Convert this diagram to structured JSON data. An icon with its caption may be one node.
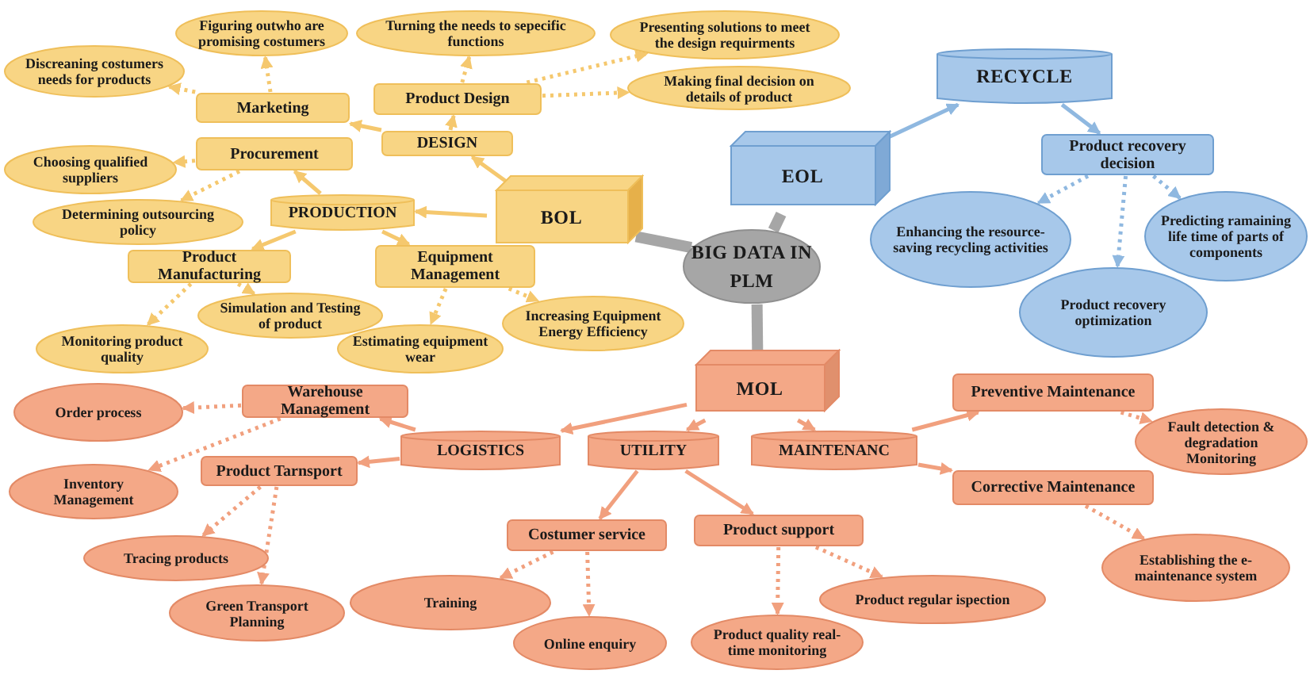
{
  "diagram": {
    "nodes": [
      {
        "text": [
          "BIG DATA IN PLM"
        ]
      },
      {
        "text": [
          "BOL"
        ]
      },
      {
        "text": [
          "DESIGN"
        ]
      },
      {
        "text": [
          "PRODUCTION"
        ]
      },
      {
        "text": [
          "Marketing"
        ]
      },
      {
        "text": [
          "Procurement"
        ]
      },
      {
        "text": [
          "Product Design"
        ]
      },
      {
        "text": [
          "Figuring outwho are promising costumers"
        ]
      },
      {
        "text": [
          "Discreaning costumers needs for products"
        ]
      },
      {
        "text": [
          "Choosing qualified suppliers"
        ]
      },
      {
        "text": [
          "Determining outsourcing policy"
        ]
      },
      {
        "text": [
          "Turning the needs to sepecific functions"
        ]
      },
      {
        "text": [
          "Presenting solutions to meet the design requirments"
        ]
      },
      {
        "text": [
          "Making final decision on details of product"
        ]
      },
      {
        "text": [
          "Product Manufacturing"
        ]
      },
      {
        "text": [
          "Equipment Management"
        ]
      },
      {
        "text": [
          "Monitoring product quality"
        ]
      },
      {
        "text": [
          "Simulation and Testing of product"
        ]
      },
      {
        "text": [
          "Estimating equipment wear"
        ]
      },
      {
        "text": [
          "Increasing Equipment Energy Efficiency"
        ]
      },
      {
        "text": [
          "EOL"
        ]
      },
      {
        "text": [
          "RECYCLE"
        ]
      },
      {
        "text": [
          "Product recovery decision"
        ]
      },
      {
        "text": [
          "Enhancing the resource-saving recycling activities"
        ]
      },
      {
        "text": [
          "Product recovery optimization"
        ]
      },
      {
        "text": [
          "Predicting ramaining life time of parts of components"
        ]
      },
      {
        "text": [
          "MOL"
        ]
      },
      {
        "text": [
          "LOGISTICS"
        ]
      },
      {
        "text": [
          "UTILITY"
        ]
      },
      {
        "text": [
          "MAINTENANC"
        ]
      },
      {
        "text": [
          "Warehouse Management"
        ]
      },
      {
        "text": [
          "Order process"
        ]
      },
      {
        "text": [
          "Inventory Management"
        ]
      },
      {
        "text": [
          "Product Tarnsport"
        ]
      },
      {
        "text": [
          "Tracing products"
        ]
      },
      {
        "text": [
          "Green Transport Planning"
        ]
      },
      {
        "text": [
          "Costumer service"
        ]
      },
      {
        "text": [
          "Training"
        ]
      },
      {
        "text": [
          "Online enquiry"
        ]
      },
      {
        "text": [
          "Product support"
        ]
      },
      {
        "text": [
          "Product quality real-time monitoring"
        ]
      },
      {
        "text": [
          "Product regular ispection"
        ]
      },
      {
        "text": [
          "Preventive Maintenance"
        ]
      },
      {
        "text": [
          "Fault detection & degradation Monitoring"
        ]
      },
      {
        "text": [
          "Corrective Maintenance"
        ]
      },
      {
        "text": [
          "Establishing the e-maintenance system"
        ]
      }
    ],
    "edges": [
      {
        "from": 0,
        "to": 1,
        "arrow": "none",
        "style": "thick",
        "color": "#a6a6a6"
      },
      {
        "from": 0,
        "to": 20,
        "arrow": "none",
        "style": "thick",
        "color": "#a6a6a6"
      },
      {
        "from": 0,
        "to": 26,
        "arrow": "none",
        "style": "thick",
        "color": "#a6a6a6"
      },
      {
        "from": 1,
        "to": 2,
        "arrow": "to",
        "color": "#f5c86e"
      },
      {
        "from": 1,
        "to": 3,
        "arrow": "to",
        "color": "#f5c86e"
      },
      {
        "from": 2,
        "to": 4,
        "arrow": "to",
        "color": "#f5c86e"
      },
      {
        "from": 2,
        "to": 6,
        "arrow": "to",
        "color": "#f5c86e"
      },
      {
        "from": 3,
        "to": 5,
        "arrow": "to",
        "color": "#f5c86e"
      },
      {
        "from": 3,
        "to": 14,
        "arrow": "to",
        "color": "#f5c86e"
      },
      {
        "from": 3,
        "to": 15,
        "arrow": "to",
        "color": "#f5c86e"
      },
      {
        "from": 4,
        "to": 7,
        "arrow": "to",
        "style": "dashed",
        "color": "#f5c86e"
      },
      {
        "from": 4,
        "to": 8,
        "arrow": "to",
        "style": "dashed",
        "color": "#f5c86e"
      },
      {
        "from": 5,
        "to": 9,
        "arrow": "to",
        "style": "dashed",
        "color": "#f5c86e"
      },
      {
        "from": 5,
        "to": 10,
        "arrow": "to",
        "style": "dashed",
        "color": "#f5c86e"
      },
      {
        "from": 6,
        "to": 11,
        "arrow": "to",
        "style": "dashed",
        "color": "#f5c86e"
      },
      {
        "from": 6,
        "to": 12,
        "arrow": "to",
        "style": "dashed",
        "color": "#f5c86e"
      },
      {
        "from": 6,
        "to": 13,
        "arrow": "to",
        "style": "dashed",
        "color": "#f5c86e"
      },
      {
        "from": 14,
        "to": 16,
        "arrow": "to",
        "style": "dashed",
        "color": "#f5c86e"
      },
      {
        "from": 14,
        "to": 17,
        "arrow": "to",
        "style": "dashed",
        "color": "#f5c86e"
      },
      {
        "from": 15,
        "to": 18,
        "arrow": "to",
        "style": "dashed",
        "color": "#f5c86e"
      },
      {
        "from": 15,
        "to": 19,
        "arrow": "to",
        "style": "dashed",
        "color": "#f5c86e"
      },
      {
        "from": 20,
        "to": 21,
        "arrow": "to",
        "color": "#8fb8e0"
      },
      {
        "from": 21,
        "to": 22,
        "arrow": "to",
        "color": "#8fb8e0"
      },
      {
        "from": 22,
        "to": 23,
        "arrow": "to",
        "style": "dashed",
        "color": "#8fb8e0"
      },
      {
        "from": 22,
        "to": 24,
        "arrow": "to",
        "style": "dashed",
        "color": "#8fb8e0"
      },
      {
        "from": 22,
        "to": 25,
        "arrow": "to",
        "style": "dashed",
        "color": "#8fb8e0"
      },
      {
        "from": 26,
        "to": 27,
        "arrow": "to"
      },
      {
        "from": 26,
        "to": 28,
        "arrow": "to"
      },
      {
        "from": 26,
        "to": 29,
        "arrow": "to"
      },
      {
        "from": 27,
        "to": 30,
        "arrow": "to"
      },
      {
        "from": 27,
        "to": 33,
        "arrow": "to"
      },
      {
        "from": 28,
        "to": 36,
        "arrow": "to"
      },
      {
        "from": 28,
        "to": 39,
        "arrow": "to"
      },
      {
        "from": 29,
        "to": 42,
        "arrow": "to"
      },
      {
        "from": 29,
        "to": 44,
        "arrow": "to"
      },
      {
        "from": 30,
        "to": 31,
        "arrow": "to",
        "style": "dashed"
      },
      {
        "from": 30,
        "to": 32,
        "arrow": "to",
        "style": "dashed"
      },
      {
        "from": 33,
        "to": 34,
        "arrow": "to",
        "style": "dashed"
      },
      {
        "from": 33,
        "to": 35,
        "arrow": "to",
        "style": "dashed"
      },
      {
        "from": 36,
        "to": 37,
        "arrow": "to",
        "style": "dashed"
      },
      {
        "from": 36,
        "to": 38,
        "arrow": "to",
        "style": "dashed"
      },
      {
        "from": 39,
        "to": 40,
        "arrow": "to",
        "style": "dashed"
      },
      {
        "from": 39,
        "to": 41,
        "arrow": "to",
        "style": "dashed"
      },
      {
        "from": 42,
        "to": 43,
        "arrow": "to",
        "style": "dashed"
      },
      {
        "from": 44,
        "to": 45,
        "arrow": "to",
        "style": "dashed"
      }
    ]
  }
}
